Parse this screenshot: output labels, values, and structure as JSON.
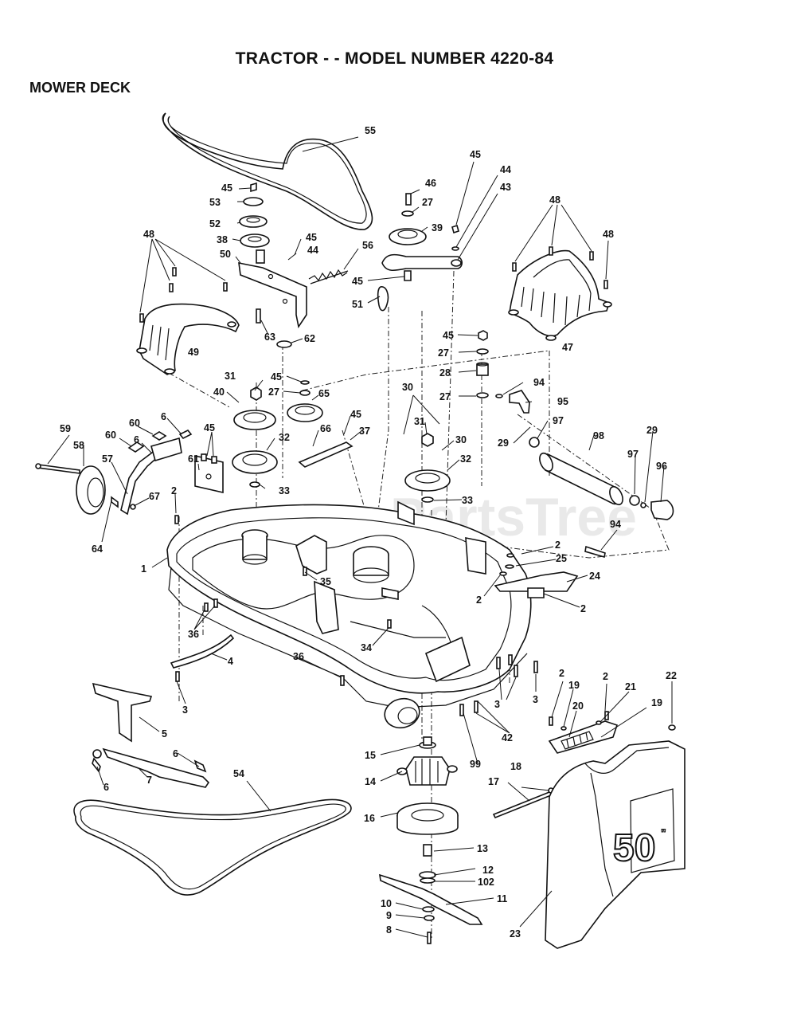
{
  "header": {
    "title": "TRACTOR - - MODEL NUMBER 4220-84",
    "section": "MOWER DECK"
  },
  "watermark": "PartsTree",
  "deck_badge": "50",
  "deck_badge_suffix": "\"",
  "callouts": {
    "c1": "1",
    "c2a": "2",
    "c2b": "2",
    "c2c": "2",
    "c2d": "2",
    "c2e": "2",
    "c2f": "2",
    "c3a": "3",
    "c3b": "3",
    "c3c": "3",
    "c4": "4",
    "c5": "5",
    "c6a": "6",
    "c6b": "6",
    "c6c": "6",
    "c6d": "6",
    "c7": "7",
    "c8": "8",
    "c9": "9",
    "c10": "10",
    "c11": "11",
    "c12": "12",
    "c13": "13",
    "c14": "14",
    "c15": "15",
    "c16": "16",
    "c17": "17",
    "c18": "18",
    "c19a": "19",
    "c19b": "19",
    "c20": "20",
    "c21": "21",
    "c22": "22",
    "c23": "23",
    "c24": "24",
    "c25": "25",
    "c27a": "27",
    "c27b": "27",
    "c27c": "27",
    "c27d": "27",
    "c28": "28",
    "c29a": "29",
    "c29b": "29",
    "c30a": "30",
    "c30b": "30",
    "c31a": "31",
    "c31b": "31",
    "c32a": "32",
    "c32b": "32",
    "c33a": "33",
    "c33b": "33",
    "c34": "34",
    "c35": "35",
    "c36a": "36",
    "c36b": "36",
    "c37": "37",
    "c38": "38",
    "c39": "39",
    "c40": "40",
    "c42": "42",
    "c43": "43",
    "c44a": "44",
    "c44b": "44",
    "c45a": "45",
    "c45b": "45",
    "c45c": "45",
    "c45d": "45",
    "c45e": "45",
    "c45f": "45",
    "c45g": "45",
    "c45h": "45",
    "c45i": "45",
    "c46": "46",
    "c47": "47",
    "c48a": "48",
    "c48b": "48",
    "c48c": "48",
    "c49": "49",
    "c50": "50",
    "c51": "51",
    "c52": "52",
    "c53": "53",
    "c54": "54",
    "c55": "55",
    "c56": "56",
    "c57": "57",
    "c58": "58",
    "c59": "59",
    "c60a": "60",
    "c60b": "60",
    "c61": "61",
    "c62": "62",
    "c63": "63",
    "c64": "64",
    "c65": "65",
    "c66": "66",
    "c67": "67",
    "c94a": "94",
    "c94b": "94",
    "c95": "95",
    "c96": "96",
    "c97a": "97",
    "c97b": "97",
    "c98": "98",
    "c99": "99",
    "c102": "102"
  }
}
